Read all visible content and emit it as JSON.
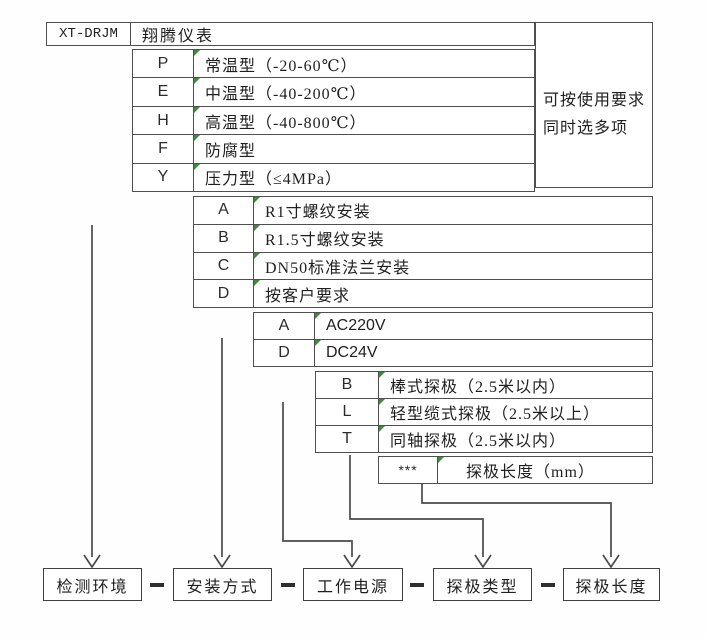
{
  "header": {
    "model": "XT-DRJM",
    "brand": "翔腾仪表"
  },
  "side_note": {
    "line1": "可按使用要求",
    "line2": "同时选多项"
  },
  "groups": [
    {
      "rows": [
        {
          "code": "P",
          "desc": "常温型（-20-60℃）"
        },
        {
          "code": "E",
          "desc": "中温型（-40-200℃）"
        },
        {
          "code": "H",
          "desc": "高温型（-40-800℃）"
        },
        {
          "code": "F",
          "desc": "防腐型"
        },
        {
          "code": "Y",
          "desc": "压力型（≤4MPa）"
        }
      ]
    },
    {
      "rows": [
        {
          "code": "A",
          "desc": "R1寸螺纹安装"
        },
        {
          "code": "B",
          "desc": "R1.5寸螺纹安装"
        },
        {
          "code": "C",
          "desc": "DN50标准法兰安装"
        },
        {
          "code": "D",
          "desc": "按客户要求"
        }
      ]
    },
    {
      "rows": [
        {
          "code": "A",
          "desc": "AC220V"
        },
        {
          "code": "D",
          "desc": "DC24V"
        }
      ]
    },
    {
      "rows": [
        {
          "code": "B",
          "desc": "棒式探极（2.5米以内）"
        },
        {
          "code": "L",
          "desc": "轻型缆式探极（2.5米以上）"
        },
        {
          "code": "T",
          "desc": "同轴探极（2.5米以内）"
        }
      ]
    },
    {
      "rows": [
        {
          "code": "***",
          "desc": "探极长度（mm）"
        }
      ]
    }
  ],
  "bottom_labels": [
    "检测环境",
    "安装方式",
    "工作电源",
    "探极类型",
    "探极长度"
  ],
  "separator": "—",
  "colors": {
    "border": "#4f4f4f",
    "line": "#4a4a4a",
    "corner_mark_green": "#3c8c3c",
    "text": "#1f1f1f"
  }
}
